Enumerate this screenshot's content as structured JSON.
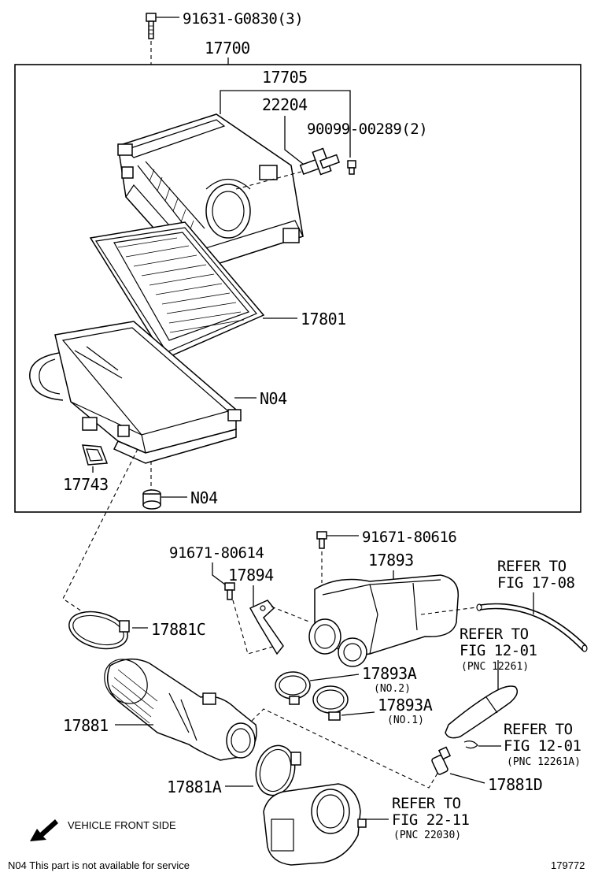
{
  "labels": {
    "p_9163": "91631-G0830(3)",
    "p_17700": "17700",
    "p_17705": "17705",
    "p_22204": "22204",
    "p_90099": "90099-00289(2)",
    "p_17801": "17801",
    "p_n04_a": "N04",
    "p_17743": "17743",
    "p_n04_b": "N04",
    "p_91671_614": "91671-80614",
    "p_91671_616": "91671-80616",
    "p_17894": "17894",
    "p_17893": "17893",
    "p_17881c": "17881C",
    "p_17881": "17881",
    "p_17893a_1": "17893A",
    "p_17893a_1_sub": "(NO.2)",
    "p_17893a_2": "17893A",
    "p_17893a_2_sub": "(NO.1)",
    "p_17881a": "17881A",
    "p_17881d": "17881D"
  },
  "refs": {
    "r1_l1": "REFER TO",
    "r1_l2": "FIG 17-08",
    "r2_l1": "REFER TO",
    "r2_l2": "FIG 12-01",
    "r2_l3": "(PNC 12261)",
    "r3_l1": "REFER TO",
    "r3_l2": "FIG 12-01",
    "r3_l3": "(PNC 12261A)",
    "r4_l1": "REFER TO",
    "r4_l2": "FIG 22-11",
    "r4_l3": "(PNC 22030)"
  },
  "footer": {
    "direction": "VEHICLE FRONT SIDE",
    "note": "N04  This part is not available for service",
    "code": "179772"
  },
  "icons": {
    "front": "arrow-down-left-icon"
  }
}
